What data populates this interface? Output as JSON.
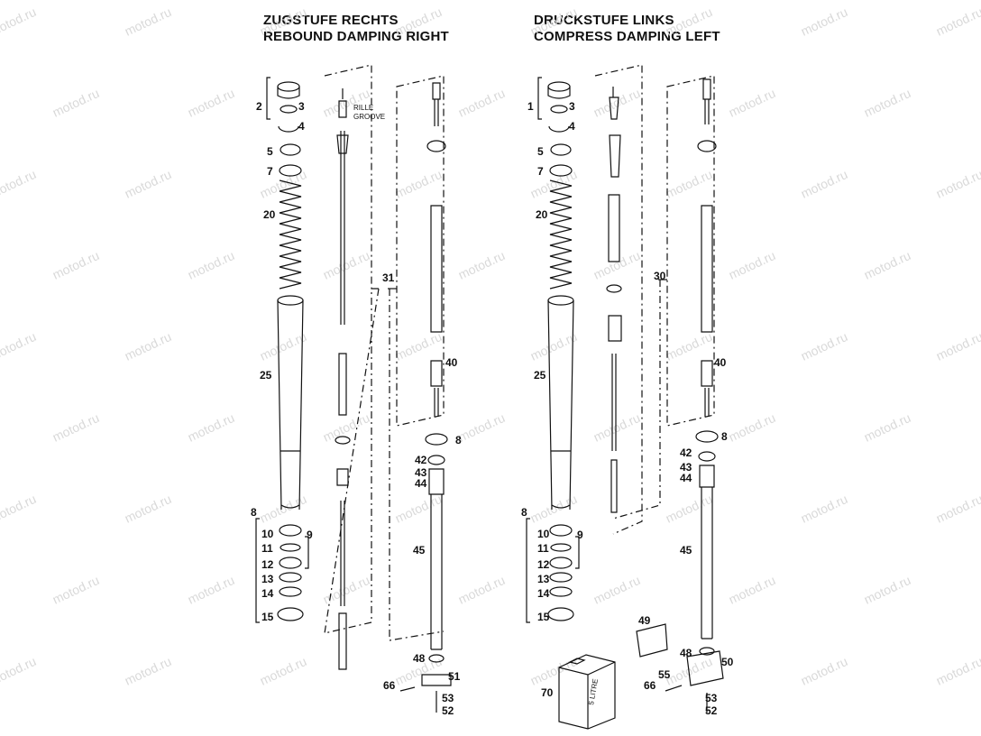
{
  "titles": {
    "left_de": "ZUGSTUFE RECHTS",
    "left_en": "REBOUND DAMPING RIGHT",
    "right_de": "DRUCKSTUFE LINKS",
    "right_en": "COMPRESS DAMPING LEFT"
  },
  "watermark": "motod.ru",
  "annotations": {
    "rille": "RILLE",
    "groove": "GROOVE",
    "can_label": "5 LITRE"
  },
  "part_numbers": {
    "left": [
      "2",
      "3",
      "4",
      "5",
      "7",
      "20",
      "25",
      "8",
      "9",
      "10",
      "11",
      "12",
      "13",
      "14",
      "15",
      "31",
      "40",
      "8",
      "42",
      "43",
      "44",
      "45",
      "48",
      "51",
      "66",
      "53",
      "52"
    ],
    "right": [
      "1",
      "3",
      "4",
      "5",
      "7",
      "20",
      "25",
      "8",
      "9",
      "10",
      "11",
      "12",
      "13",
      "14",
      "15",
      "30",
      "40",
      "8",
      "42",
      "43",
      "44",
      "45",
      "48",
      "49",
      "50",
      "55",
      "66",
      "53",
      "52",
      "70"
    ]
  },
  "colors": {
    "line": "#111111",
    "watermark": "#d9d9d9",
    "background": "#ffffff"
  }
}
